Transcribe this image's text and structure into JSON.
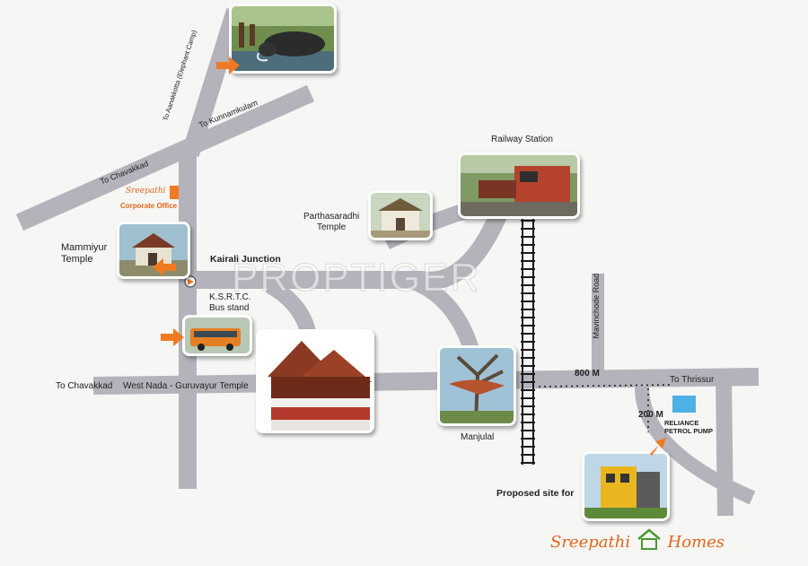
{
  "labels": {
    "to_anakotta": "To Aanakkotta (Elephant Camp)",
    "to_kunnamkulam": "To Kunnamkulam",
    "to_chavakkad_top": "To Chavakkad",
    "corporate_brand": "Sreepathi",
    "corporate_office": "Corporate Office",
    "mammiyur": "Mammiyur\nTemple",
    "kairali_junction": "Kairali Junction",
    "ksrtc": "K.S.R.T.C.\nBus stand",
    "parthasaradhi": "Parthasaradhi\nTemple",
    "railway_station": "Railway Station",
    "to_chavakkad_left": "To Chavakkad",
    "west_nada": "West Nada - Guruvayur Temple",
    "mavinchode_road": "Mavinchode Road",
    "distance_800": "800 M",
    "to_thrissur": "To Thrissur",
    "distance_200": "200 M",
    "reliance": "RELIANCE\nPETROL PUMP",
    "manjulal": "Manjulal",
    "proposed_site": "Proposed site for",
    "brand_name": "Sreepathi",
    "brand_suffix": "Homes",
    "watermark": "PROPTIGER"
  },
  "colors": {
    "road": "#b4b3bc",
    "accent": "#f07a22",
    "petrol_pump": "#4fb0e6",
    "brand_orange": "#e2661d",
    "brand_green": "#4a9a2e"
  },
  "icons": [
    "arrow-icon",
    "location-pin-icon",
    "house-logo-icon"
  ]
}
